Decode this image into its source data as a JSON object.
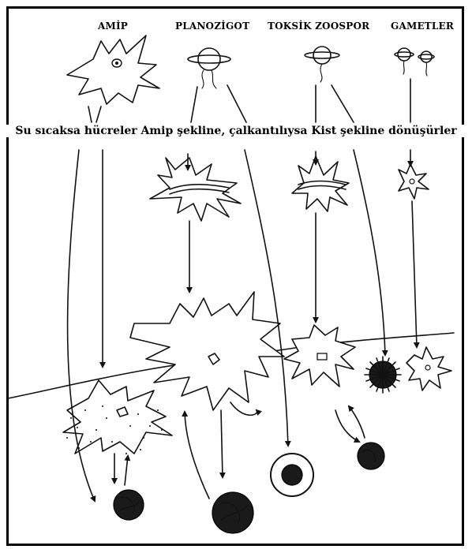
{
  "columns": [
    {
      "id": "amip",
      "label": "AMİP"
    },
    {
      "id": "planozigot",
      "label": "PLANOZİGOT"
    },
    {
      "id": "toksik_zoospor",
      "label": "TOKSİK ZOOSPOR"
    },
    {
      "id": "gametler",
      "label": "GAMETLER"
    }
  ],
  "caption": "Su sıcaksa hücreler Amip şekline, çalkantılıysa Kist şekline dönüşürler",
  "colors": {
    "ink": "#111111",
    "background": "#ffffff",
    "frame": "#000000"
  }
}
